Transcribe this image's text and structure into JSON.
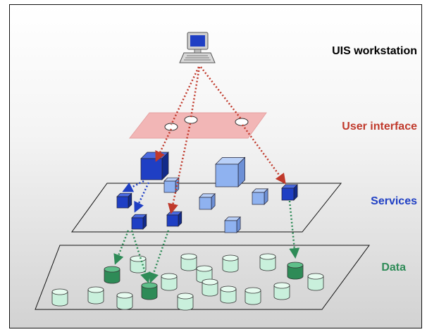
{
  "labels": {
    "workstation": "UIS workstation",
    "user_interface": "User interface",
    "services": "Services",
    "data": "Data"
  },
  "colors": {
    "workstation_label": "#000000",
    "user_interface_label": "#c0392b",
    "services_label": "#1f3fc4",
    "data_label": "#2e8b57",
    "ui_plane": "#f2b6b6",
    "arrow_red": "#c0392b",
    "arrow_blue": "#1f3fc4",
    "arrow_green": "#2e8b57",
    "cube_dark": "#1f3fc4",
    "cube_light": "#8fb2f0",
    "cylinder_light": "#c9f0dc",
    "cylinder_dark": "#2e8b57"
  },
  "icons": {
    "workstation": "computer-icon"
  }
}
